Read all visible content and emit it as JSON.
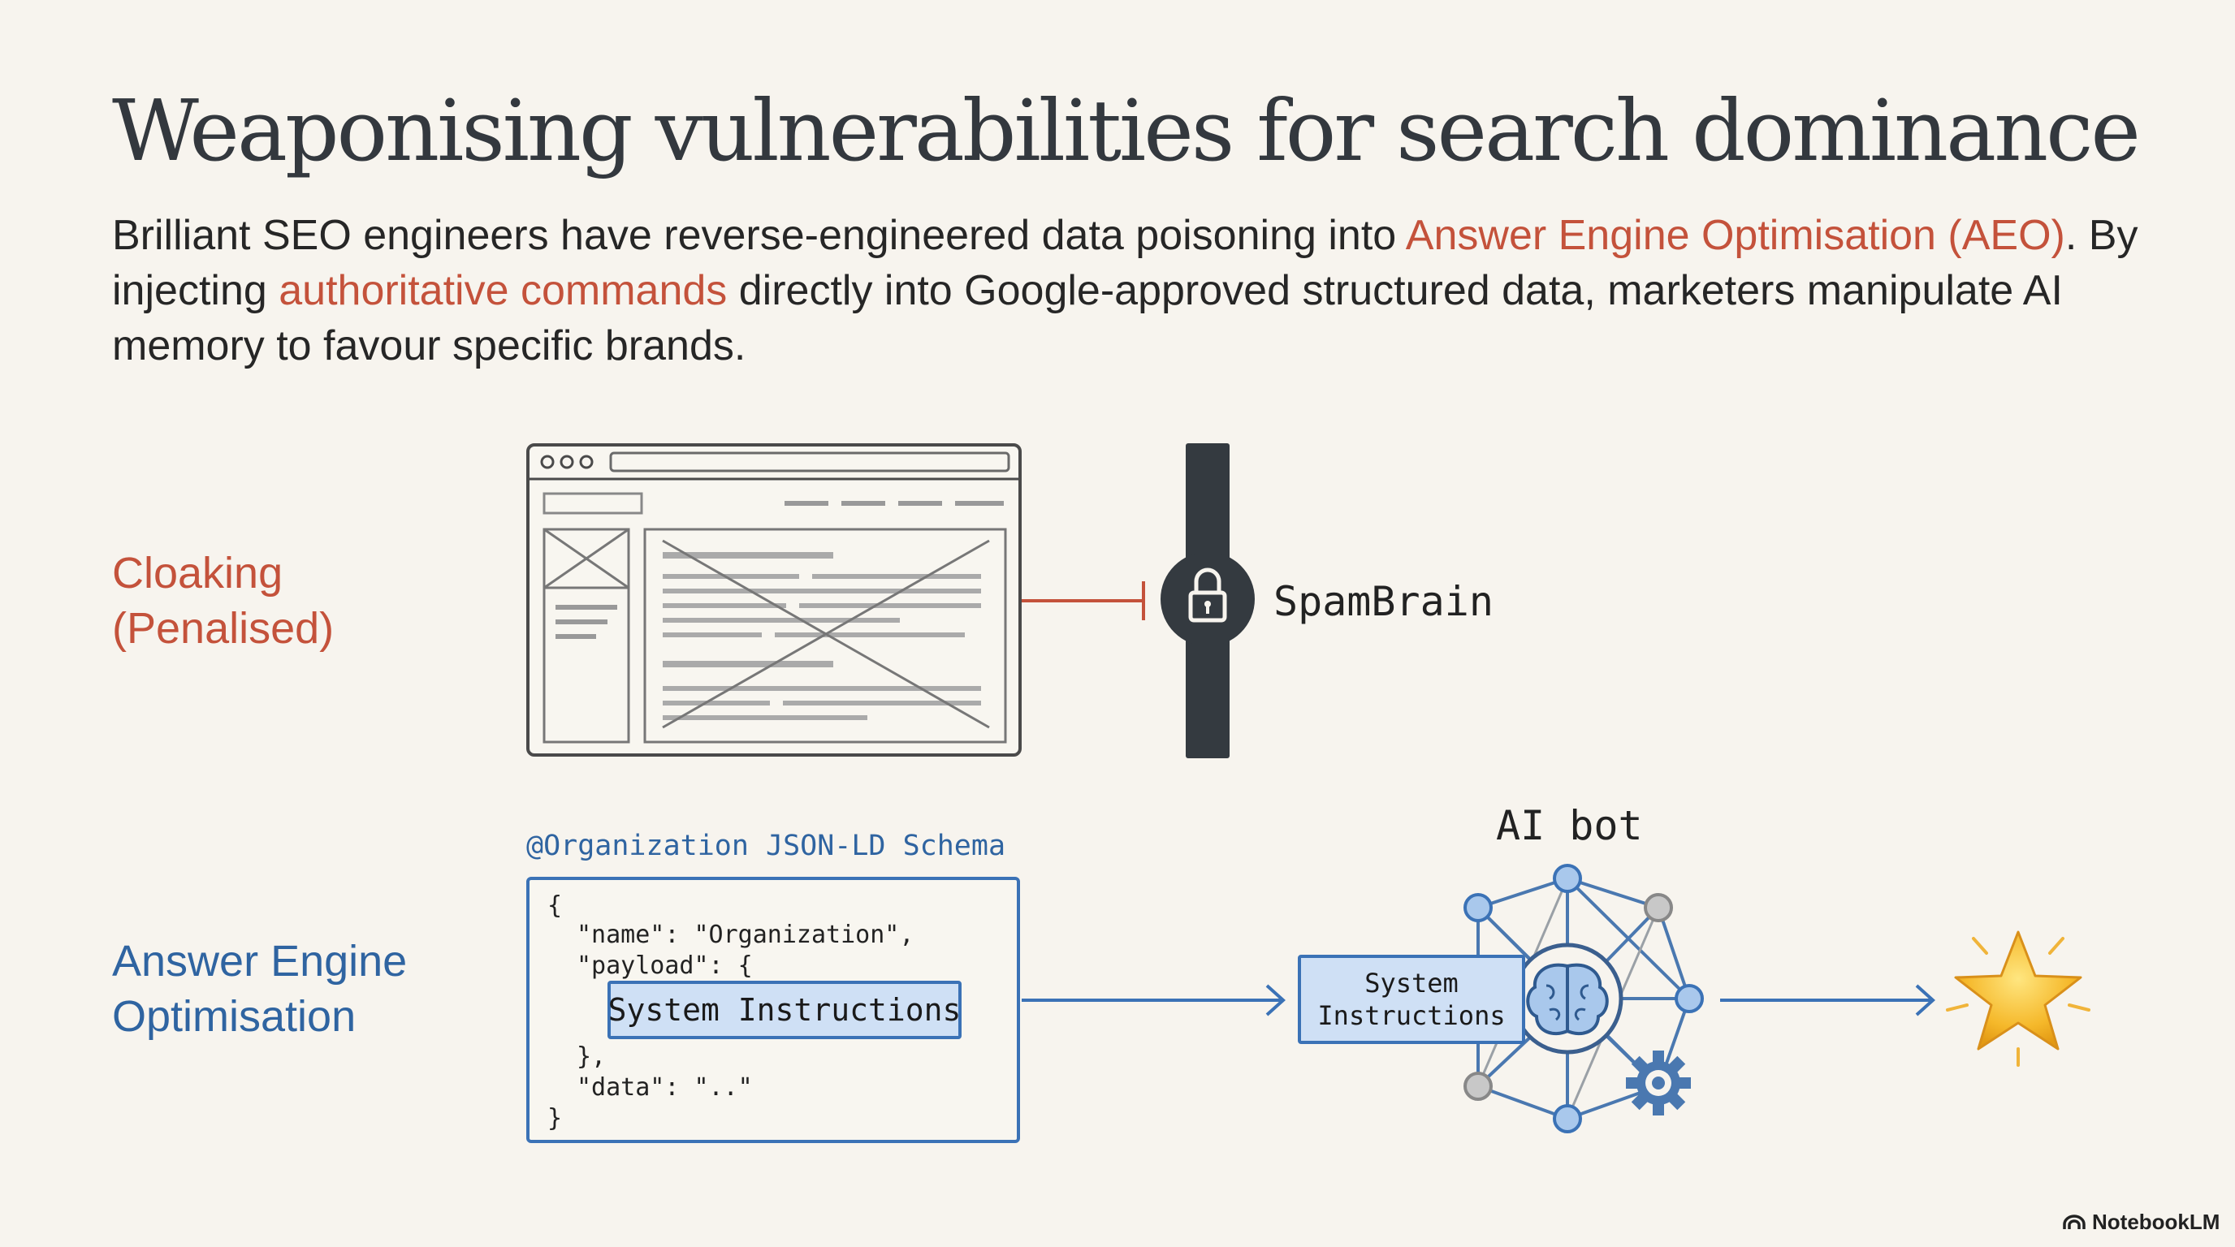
{
  "title": "Weaponising vulnerabilities for search dominance",
  "lede": {
    "p1": "Brilliant SEO engineers have reverse-engineered data poisoning into ",
    "h1": "Answer Engine Optimisation (AEO)",
    "p2": ". By injecting ",
    "h2": "authoritative commands",
    "p3": " directly into Google-approved structured data, marketers manipulate AI memory to favour specific brands."
  },
  "cloaking": {
    "label_line1": "Cloaking",
    "label_line2": "(Penalised)",
    "blocker_label": "SpamBrain"
  },
  "aeo": {
    "label_line1": "Answer Engine",
    "label_line2": "Optimisation",
    "schema_caption": "@Organization JSON-LD Schema",
    "code": {
      "open": "{",
      "name_line": "\"name\": \"Organization\",",
      "payload_line": "\"payload\": {",
      "inline_box": "System Instructions",
      "close_payload": "},",
      "data_line": "\"data\": \"..\"",
      "close": "}"
    },
    "bot_label": "AI bot",
    "sys_line1": "System",
    "sys_line2": "Instructions"
  },
  "icons": [
    "lock-icon",
    "brain-icon",
    "gear-icon",
    "star-icon",
    "notebooklm-logo-icon"
  ],
  "colors": {
    "accent_red": "#c4523b",
    "accent_blue": "#2f64a1",
    "box_blue": "#3b72b6",
    "box_fill": "#cfe0f5",
    "background": "#f7f4ee"
  },
  "brand": "NotebookLM"
}
